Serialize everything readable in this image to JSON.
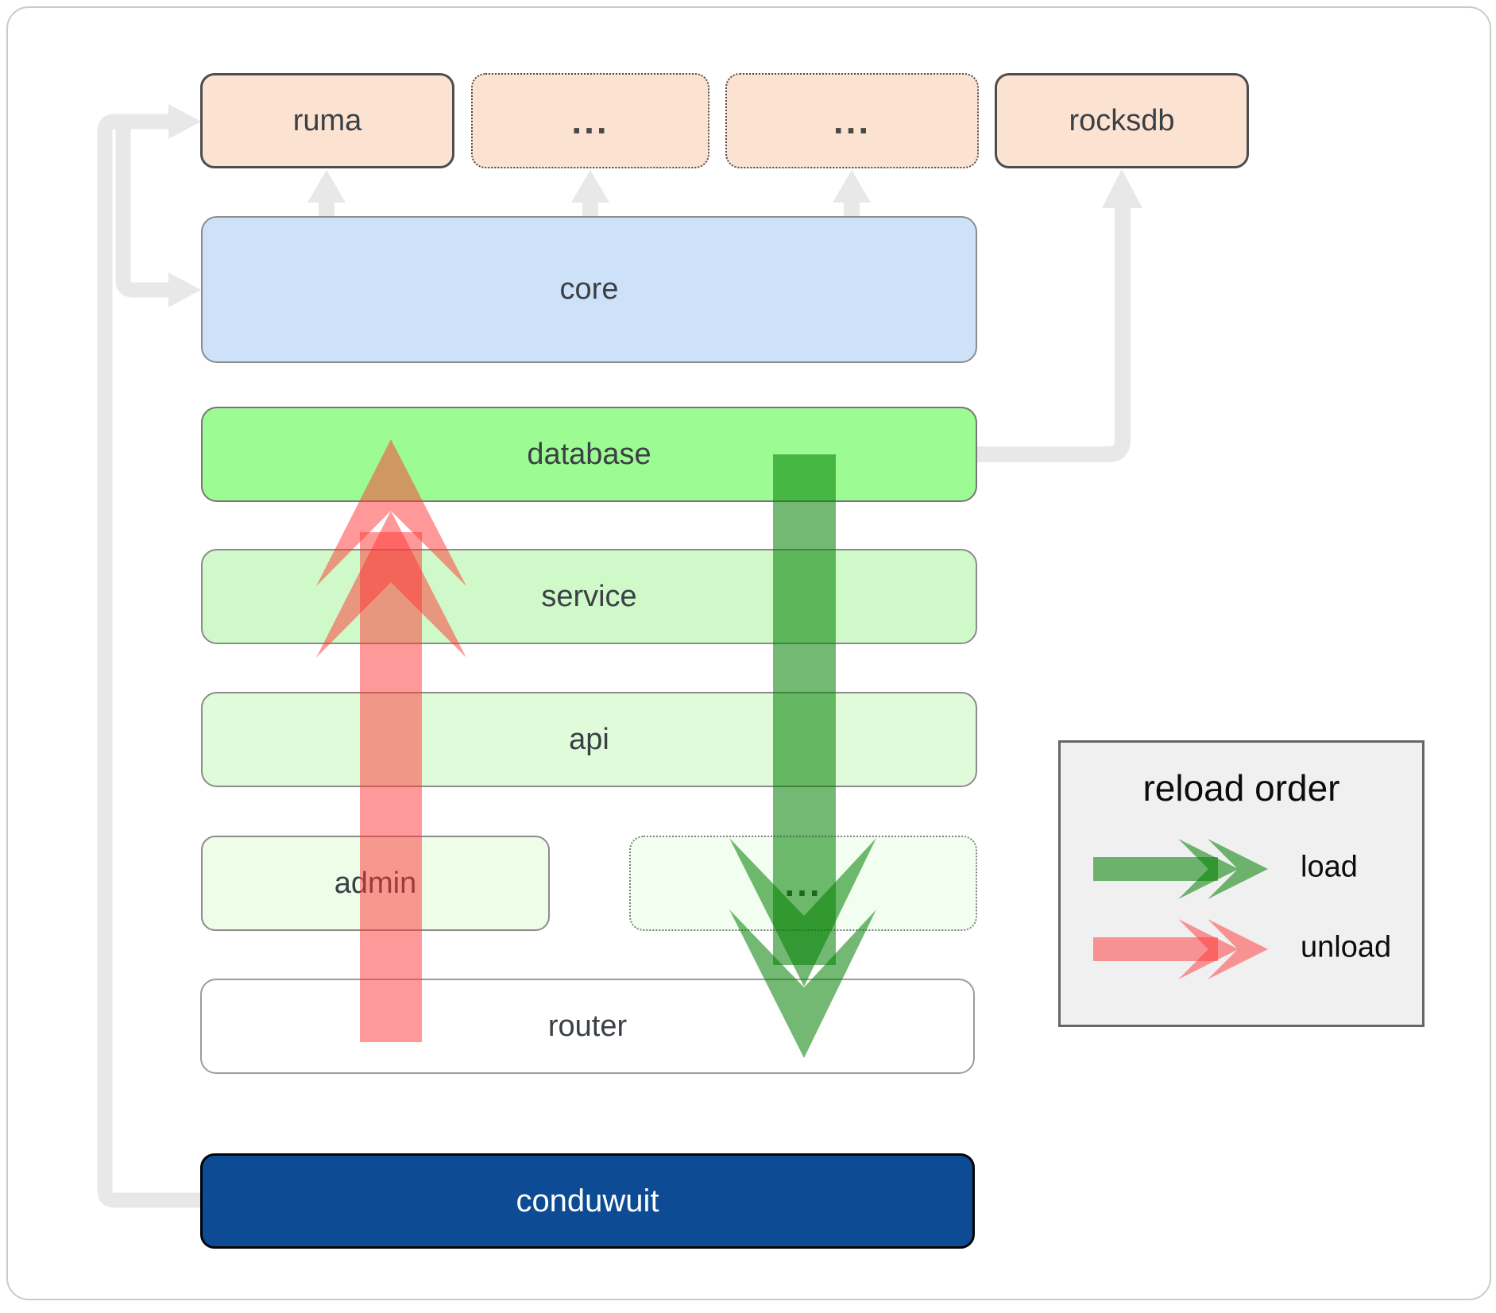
{
  "boxes": {
    "ruma": {
      "label": "ruma"
    },
    "ellipsis1": {
      "label": "..."
    },
    "ellipsis2": {
      "label": "..."
    },
    "rocksdb": {
      "label": "rocksdb"
    },
    "core": {
      "label": "core"
    },
    "database": {
      "label": "database"
    },
    "service": {
      "label": "service"
    },
    "api": {
      "label": "api"
    },
    "admin": {
      "label": "admin"
    },
    "admin_ellipsis": {
      "label": "..."
    },
    "router": {
      "label": "router"
    },
    "conduwuit": {
      "label": "conduwuit"
    }
  },
  "legend": {
    "title": "reload order",
    "items": [
      {
        "label": "load",
        "color": "#008000"
      },
      {
        "label": "unload",
        "color": "#ff3333"
      }
    ]
  },
  "colors": {
    "load_arrow": "#008000",
    "unload_arrow": "#ff3333",
    "connector": "#e8e8e8",
    "conduwuit_bg": "#0d4c94",
    "peach_box": "#fce3d1",
    "core_box": "#cde2f8",
    "database_box": "#9cfb93"
  }
}
